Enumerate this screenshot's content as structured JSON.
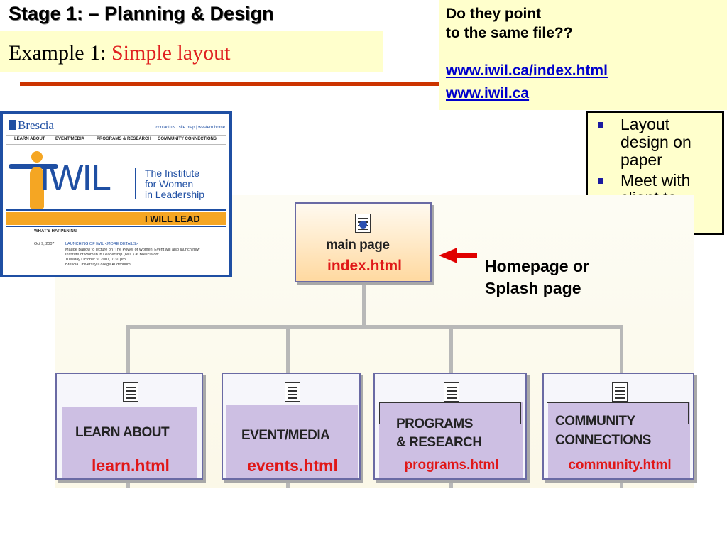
{
  "header": {
    "stage_title": "Stage 1: –  Planning & Design",
    "example_prefix": "Example 1:",
    "example_highlight": "Simple layout"
  },
  "question": {
    "line1": "Do they point",
    "line2": "to the same file??",
    "url1": "www.iwil.ca/index.html",
    "url2": "www.iwil.ca"
  },
  "bullets": [
    "Layout design on paper",
    "Meet with client to review"
  ],
  "screenshot": {
    "logo_text": "Brescia",
    "top_links": "contact us | site map | western home",
    "nav_items": [
      "LEARN ABOUT",
      "EVENT/MEDIA",
      "PROGRAMS & RESEARCH",
      "COMMUNITY CONNECTIONS"
    ],
    "brand_text": "IWIL",
    "institute_lines": [
      "The Institute",
      "for Women",
      "in Leadership"
    ],
    "banner_text": "I WILL LEAD",
    "whats_happening": "WHAT'S HAPPENING",
    "event_date": "Oct 9, 2007",
    "event_title": "LAUNCHING OF IWIL",
    "event_more": "MORE DETAILS",
    "event_lines": [
      "Maude Barlow to lecture on 'The Power of Women' Event will also launch new",
      "Institute of Women in Leadership (IWIL) at Brescia on:",
      "Tuesday October 9, 2007, 7:30 pm",
      "Brescia University College Auditorium"
    ]
  },
  "diagram": {
    "main_node": {
      "caption": "main page",
      "file": "index.html"
    },
    "children": [
      {
        "caption_lines": [
          "LEARN ABOUT"
        ],
        "file": "learn.html"
      },
      {
        "caption_lines": [
          "EVENT/MEDIA"
        ],
        "file": "events.html"
      },
      {
        "caption_lines": [
          "PROGRAMS",
          "& RESEARCH"
        ],
        "file": "programs.html"
      },
      {
        "caption_lines": [
          "COMMUNITY",
          "CONNECTIONS"
        ],
        "file": "community.html"
      }
    ],
    "homepage_label_lines": [
      "Homepage or",
      "Splash page"
    ]
  },
  "colors": {
    "accent_red": "#e01818",
    "link_blue": "#0000cc",
    "note_yellow": "#ffffcc",
    "screenshot_border": "#1f4fa3",
    "banner_orange": "#f5a623"
  }
}
